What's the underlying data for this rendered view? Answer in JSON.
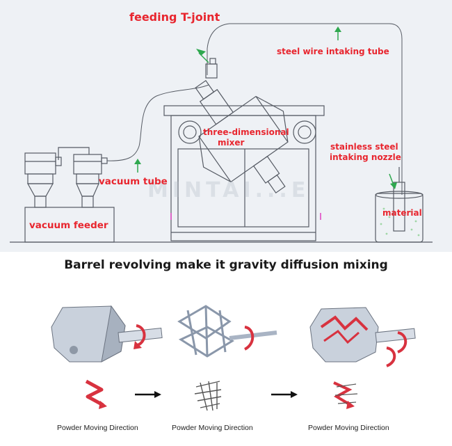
{
  "labels": {
    "feeding_t_joint": "feeding T-joint",
    "steel_wire_intaking_tube": "steel wire intaking tube",
    "three_dimensional_mixer_line1": "three-dimensional",
    "three_dimensional_mixer_line2": "mixer",
    "stainless_steel_nozzle_line1": "stainless steel",
    "stainless_steel_nozzle_line2": "intaking nozzle",
    "vacuum_tube": "vacuum tube",
    "vacuum_feeder": "vacuum feeder",
    "material": "material"
  },
  "watermark": "MINTAI...E",
  "heading": "Barrel revolving make it gravity diffusion mixing",
  "stages": [
    {
      "caption": "Powder Moving Direction"
    },
    {
      "caption": "Powder Moving Direction"
    },
    {
      "caption": "Powder Moving Direction"
    }
  ],
  "colors": {
    "label_red": "#e8262f",
    "arrow_green": "#2fa84f",
    "panel_bg": "#eef1f5",
    "line_dark": "#555a63",
    "spiral_red": "#d8323f"
  }
}
